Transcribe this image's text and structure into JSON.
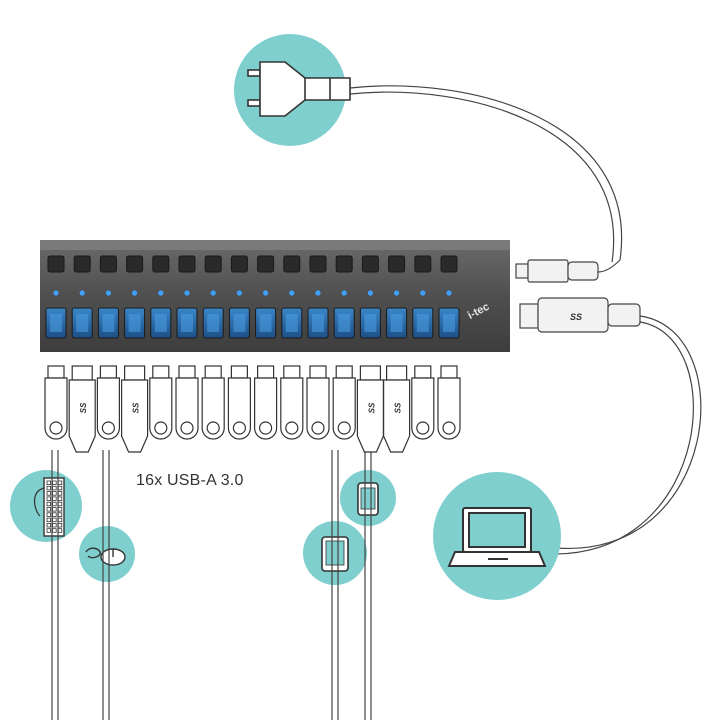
{
  "caption": "16x USB-A 3.0",
  "hub": {
    "brand": "i-tec",
    "port_count": 16,
    "switch_count": 16,
    "led_count": 16
  },
  "usb_logo_text": "SS",
  "devices": [
    {
      "name": "power-adapter",
      "icon": "power-plug-icon"
    },
    {
      "name": "laptop",
      "icon": "laptop-icon"
    },
    {
      "name": "keyboard",
      "icon": "keyboard-icon"
    },
    {
      "name": "mouse",
      "icon": "mouse-icon"
    },
    {
      "name": "tablet",
      "icon": "tablet-icon"
    },
    {
      "name": "smartphone",
      "icon": "smartphone-icon"
    }
  ],
  "colors": {
    "teal": "#7fcfcf",
    "hub_body": "#5a5a5a",
    "port_blue": "#2b6fb0",
    "led_blue": "#3fa0ff"
  }
}
